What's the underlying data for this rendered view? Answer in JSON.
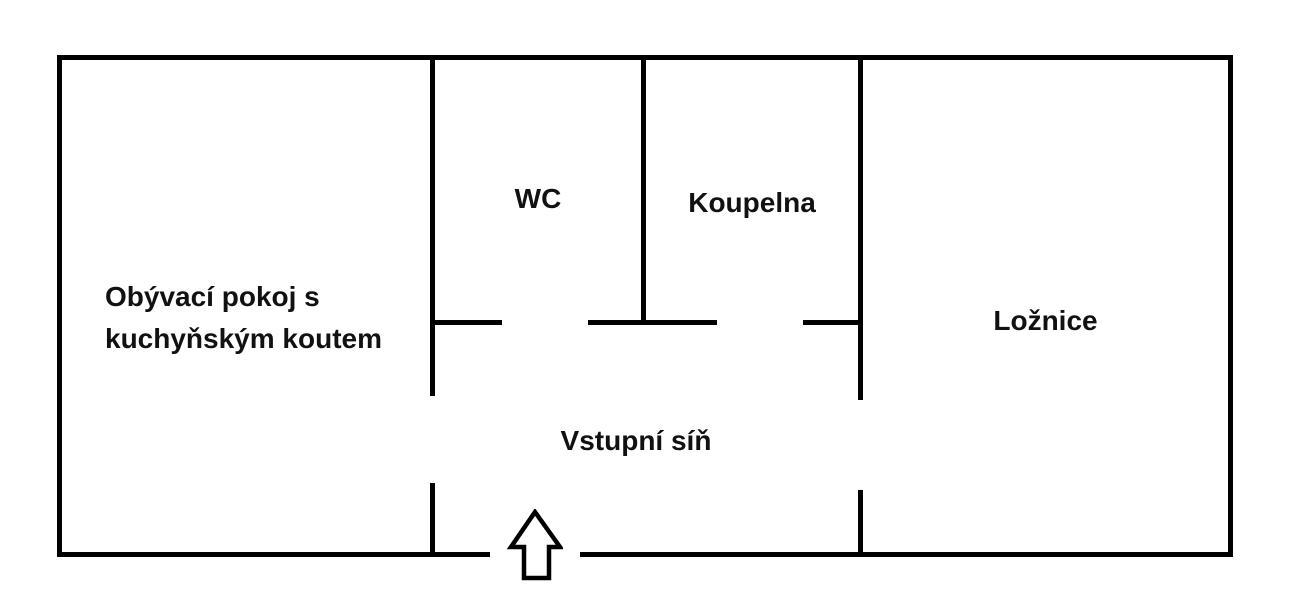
{
  "rooms": {
    "living": {
      "line1": "Obývací pokoj s",
      "line2": "kuchyňským koutem"
    },
    "wc": {
      "label": "WC"
    },
    "bathroom": {
      "label": "Koupelna"
    },
    "bedroom": {
      "label": "Ložnice"
    },
    "hall": {
      "label": "Vstupní síň"
    }
  },
  "entrance": {
    "icon": "up-arrow"
  },
  "colors": {
    "wall": "#000000",
    "background": "#ffffff",
    "text": "#111111"
  }
}
